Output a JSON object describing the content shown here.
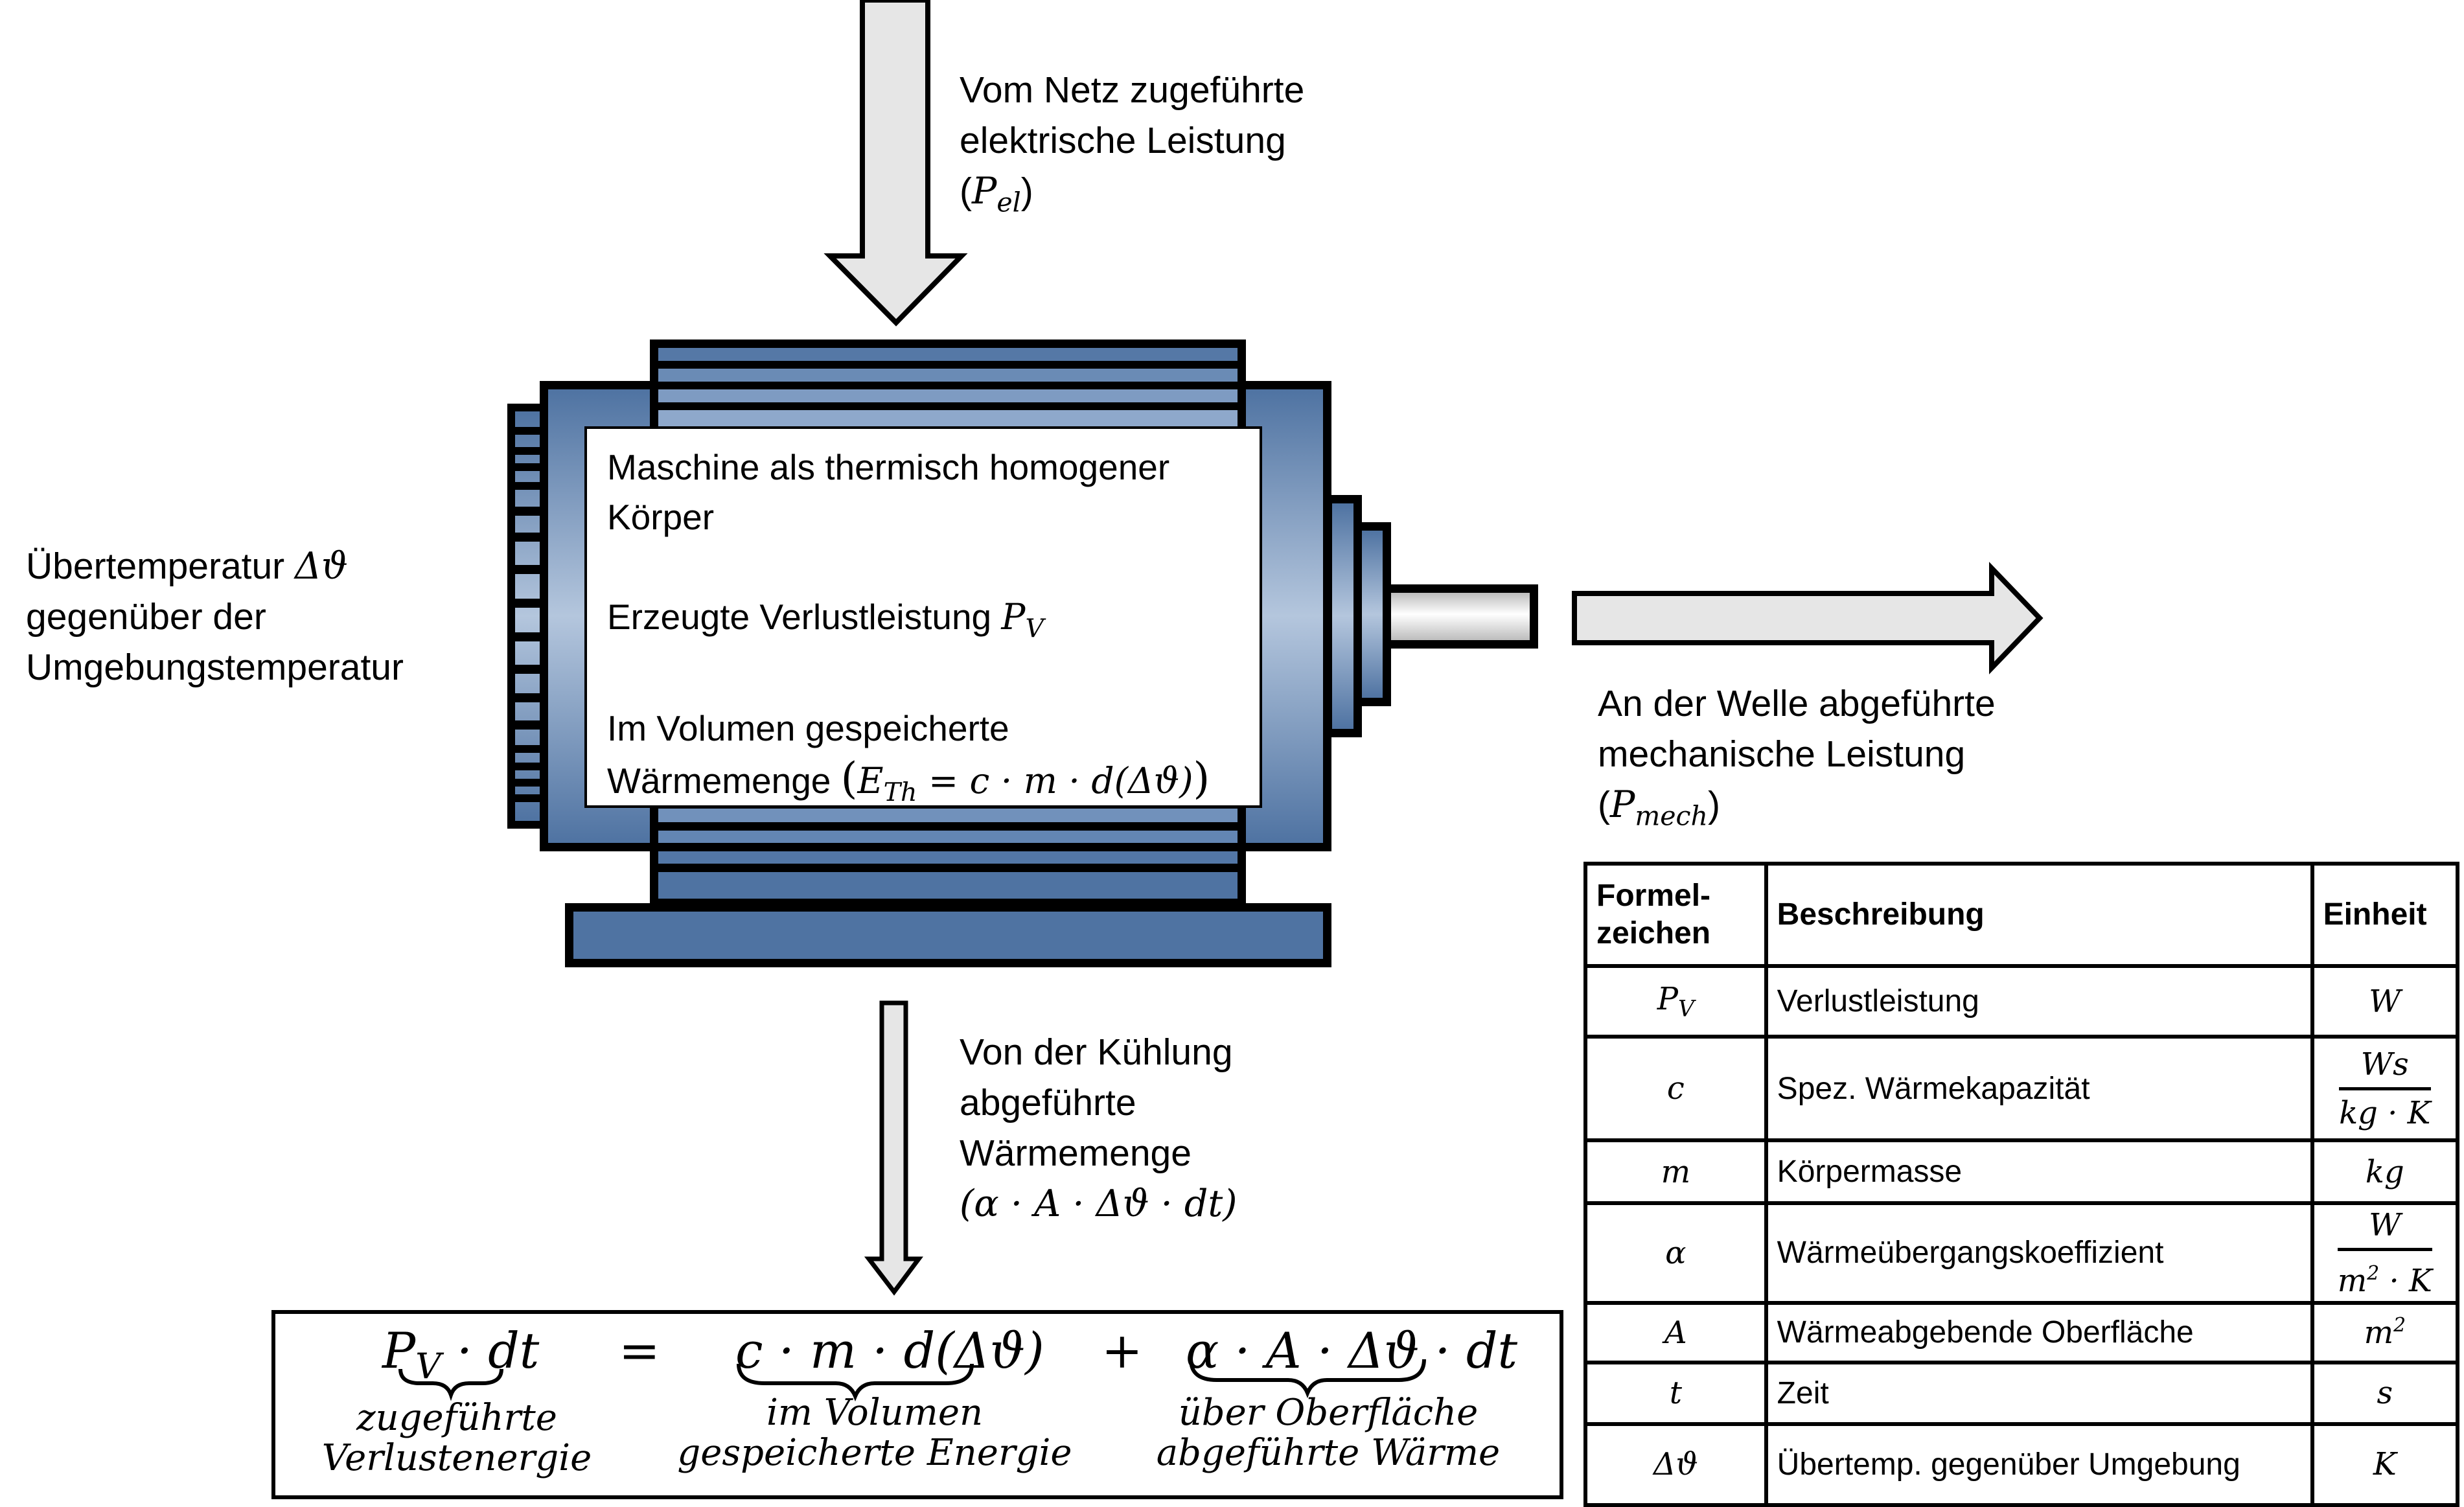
{
  "colors": {
    "motor_dark": "#4f73a2",
    "motor_light": "#b4c6dd",
    "arrow_fill": "#e6e6e6",
    "outline": "#000000",
    "shaft_light": "#ffffff",
    "shaft_shade": "#bdbdbd"
  },
  "input_arrow": {
    "icon": "arrow-down-icon",
    "line1": "Vom Netz zugeführte",
    "line2": "elektrische Leistung",
    "symbol_open": "(",
    "symbol": "P",
    "symbol_sub": "el",
    "symbol_close": ")"
  },
  "left_label": {
    "line1": "Übertemperatur ",
    "line1_symbol": "Δϑ",
    "line2": "gegenüber der",
    "line3": "Umgebungstemperatur"
  },
  "motor_box": {
    "line1": "Maschine als thermisch homogener",
    "line2": "Körper",
    "line3": "Erzeugte Verlustleistung ",
    "line3_symbol": "P",
    "line3_sub": "V",
    "line4": "Im Volumen gespeicherte",
    "line5": "Wärmemenge ",
    "line5_formula_open": "(",
    "line5_E": "E",
    "line5_E_sub": "Th",
    "line5_rest": " = c · m · d(Δϑ)",
    "line5_formula_close": ")"
  },
  "output_arrow": {
    "icon": "arrow-right-icon",
    "line1": "An der Welle abgeführte",
    "line2": "mechanische Leistung",
    "symbol_open": "(",
    "symbol": "P",
    "symbol_sub": "mech",
    "symbol_close": ")"
  },
  "cooling_arrow": {
    "icon": "arrow-down-icon",
    "line1": "Von der Kühlung",
    "line2": "abgeführte",
    "line3": "Wärmemenge",
    "formula": "(α · A · Δϑ · dt)"
  },
  "equation": {
    "lhs_symbol": "P",
    "lhs_sub": "V",
    "lhs_rest": " · dt",
    "equals": "=",
    "term2": "c · m · d(Δϑ)",
    "plus": "+",
    "term3": "α · A · Δϑ · dt",
    "caption1_line1": "zugeführte",
    "caption1_line2": "Verlustenergie",
    "caption2_line1": "im Volumen",
    "caption2_line2": "gespeicherte Energie",
    "caption3_line1": "über Oberfläche",
    "caption3_line2": "abgeführte Wärme"
  },
  "table": {
    "headers": [
      "Formel-\nzeichen",
      "Beschreibung",
      "Einheit"
    ],
    "header_symbol_line1": "Formel-",
    "header_symbol_line2": "zeichen",
    "rows": [
      {
        "symbol": "P",
        "symbol_sub": "V",
        "description": "Verlustleistung",
        "unit": "W"
      },
      {
        "symbol": "c",
        "description": "Spez. Wärmekapazität",
        "unit_num": "Ws",
        "unit_den": "kg · K"
      },
      {
        "symbol": "m",
        "description": "Körpermasse",
        "unit": "kg"
      },
      {
        "symbol": "α",
        "description": "Wärmeübergangskoeffizient",
        "unit_num": "W",
        "unit_den_base": "m",
        "unit_den_sup": "2",
        "unit_den_rest": " · K"
      },
      {
        "symbol": "A",
        "description": "Wärmeabgebende Oberfläche",
        "unit_base": "m",
        "unit_sup": "2"
      },
      {
        "symbol": "t",
        "description": "Zeit",
        "unit": "s"
      },
      {
        "symbol": "Δϑ",
        "description": "Übertemp. gegenüber Umgebung",
        "unit": "K"
      }
    ]
  }
}
